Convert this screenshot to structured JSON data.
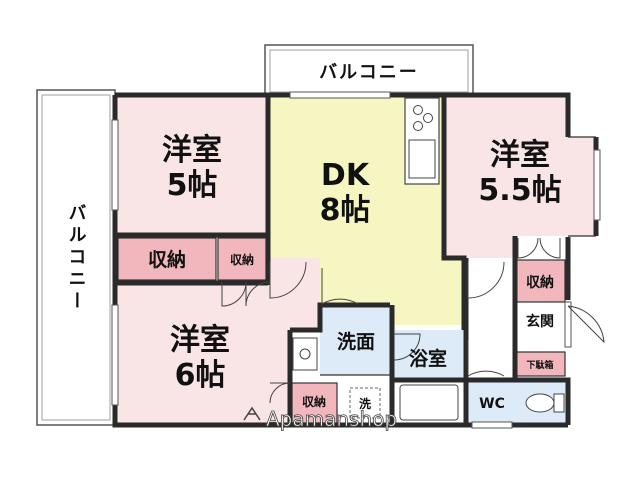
{
  "balcony_top": "バルコニー",
  "balcony_left": "バルコニー",
  "rooms": {
    "western_5": {
      "name": "洋室",
      "size": "5帖"
    },
    "western_55": {
      "name": "洋室",
      "size": "5.5帖"
    },
    "western_6": {
      "name": "洋室",
      "size": "6帖"
    },
    "dk": {
      "name": "DK",
      "size": "8帖"
    }
  },
  "storage_label": "収納",
  "washroom": "洗面",
  "bathroom": "浴室",
  "entrance": "玄関",
  "shoe_box": "下駄箱",
  "wc": "WC",
  "washer": "洗",
  "watermark": "Apamanshop",
  "colors": {
    "pink_room": "#f9e4e6",
    "storage": "#f1b7bd",
    "dk": "#f6f6c2",
    "wet": "#ddeaf8",
    "wall": "#2a2a2a"
  }
}
